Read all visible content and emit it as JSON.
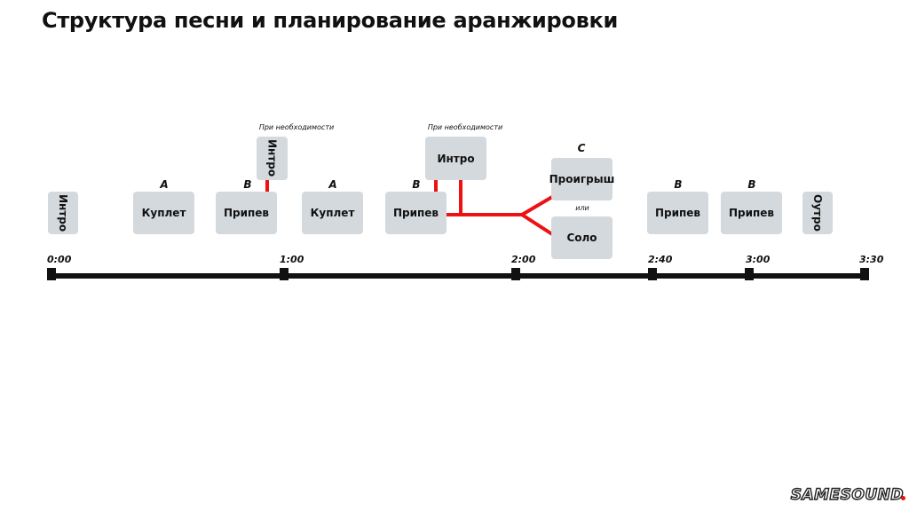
{
  "title": "Структура песни и планирование аранжировки",
  "blocks": {
    "intro_start": "Интро",
    "verse1": "Куплет",
    "chorus1": "Припев",
    "intro_opt1": "Интро",
    "verse2": "Куплет",
    "chorus2": "Припев",
    "intro_opt2": "Интро",
    "bridge": "Проигрыш",
    "solo": "Соло",
    "chorus3": "Припев",
    "chorus4": "Припев",
    "outro": "Оутро"
  },
  "letters": {
    "verse1": "A",
    "chorus1": "B",
    "verse2": "A",
    "chorus2": "B",
    "bridge": "C",
    "chorus3": "B",
    "chorus4": "B"
  },
  "notes": {
    "optional1": "При необходимости",
    "optional2": "При необходимости",
    "or": "или"
  },
  "timeline": {
    "ticks": [
      "0:00",
      "1:00",
      "2:00",
      "2:40",
      "3:00",
      "3:30"
    ]
  },
  "colors": {
    "block": "#d4d9dd",
    "connector": "#ee1111",
    "timeline": "#111111"
  },
  "logo": "SAMESOUND"
}
